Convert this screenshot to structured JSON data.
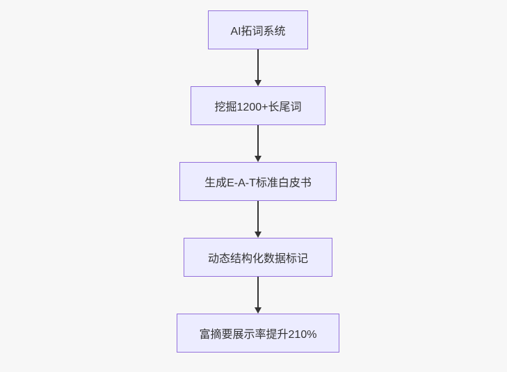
{
  "flowchart": {
    "type": "flowchart-top-down",
    "nodes": [
      {
        "id": "A",
        "label": "AI拓词系统"
      },
      {
        "id": "B",
        "label": "挖掘1200+长尾词"
      },
      {
        "id": "C",
        "label": "生成E-A-T标准白皮书"
      },
      {
        "id": "D",
        "label": "动态结构化数据标记"
      },
      {
        "id": "E",
        "label": "富摘要展示率提升210%"
      }
    ],
    "edges": [
      {
        "from": "A",
        "to": "B"
      },
      {
        "from": "B",
        "to": "C"
      },
      {
        "from": "C",
        "to": "D"
      },
      {
        "from": "D",
        "to": "E"
      }
    ],
    "colors": {
      "background": "#f7f7f7",
      "node_fill": "#ECECFF",
      "node_border": "#9370DB",
      "arrow": "#333333",
      "text": "#333333"
    }
  }
}
